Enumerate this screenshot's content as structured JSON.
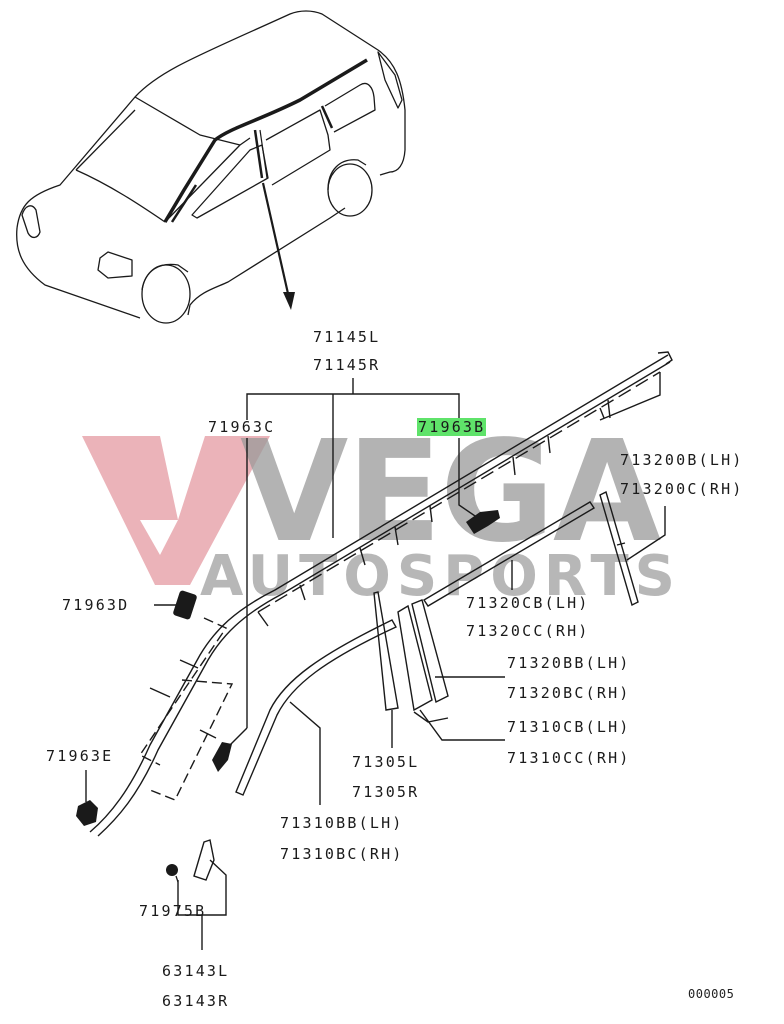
{
  "diagram": {
    "type": "exploded parts diagram",
    "subject": "Door / roof drip moulding and window channel trim",
    "highlight_color": "#5fe36a",
    "line_color": "#1a1a1a",
    "watermark": {
      "line1": "VEGA",
      "line2": "AUTOSPORTS",
      "logo_color": "#e8a6ad",
      "text_color": "#9a9a9a"
    },
    "labels": {
      "p71145L": "71145L",
      "p71145R": "71145R",
      "p71963C": "71963C",
      "p71963B": "71963B",
      "p713200B": "713200B(LH)",
      "p713200C": "713200C(RH)",
      "p71963D": "71963D",
      "p71320CB": "71320CB(LH)",
      "p71320CC": "71320CC(RH)",
      "p71320BB": "71320BB(LH)",
      "p71320BC": "71320BC(RH)",
      "p71963E": "71963E",
      "p71310CB": "71310CB(LH)",
      "p71310CC": "71310CC(RH)",
      "p71305L": "71305L",
      "p71305R": "71305R",
      "p71310BB": "71310BB(LH)",
      "p71310BC": "71310BC(RH)",
      "p71975B": "71975B",
      "p63143L": "63143L",
      "p63143R": "63143R"
    },
    "highlighted_part": "71963B",
    "figure_code": "000005"
  }
}
